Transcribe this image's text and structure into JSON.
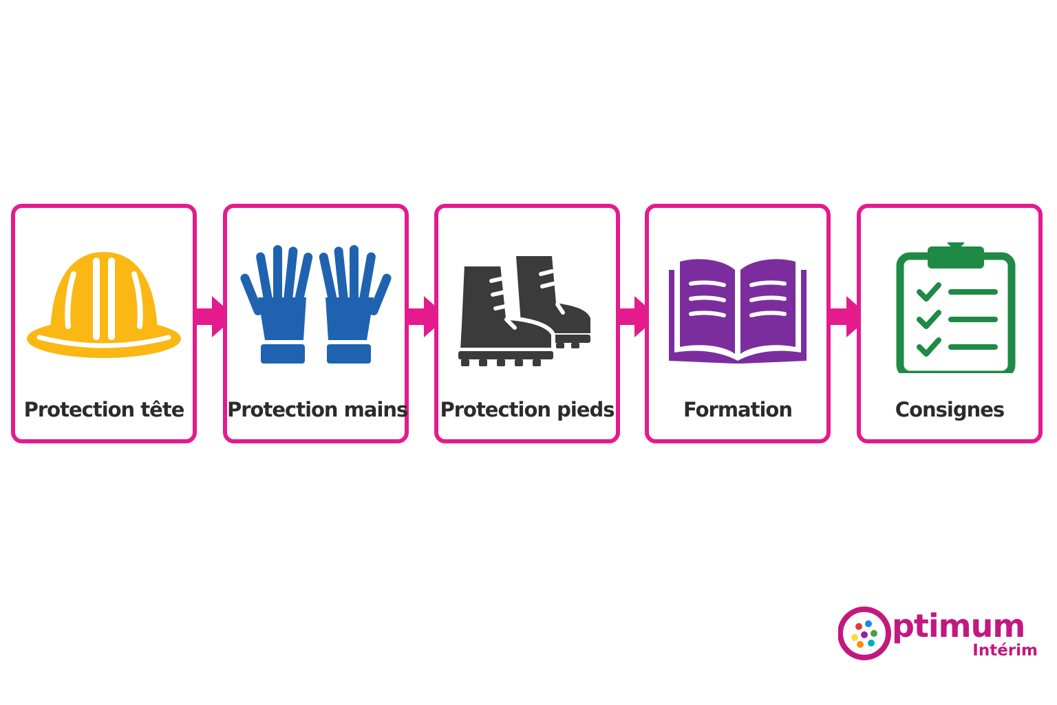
{
  "steps": [
    {
      "label": "Protection tête",
      "icon": "hard-hat-icon",
      "color": "#fbb713"
    },
    {
      "label": "Protection mains",
      "icon": "gloves-icon",
      "color": "#1f63b0"
    },
    {
      "label": "Protection pieds",
      "icon": "safety-boots-icon",
      "color": "#3b3b3b"
    },
    {
      "label": "Formation",
      "icon": "open-book-icon",
      "color": "#7b2d9e"
    },
    {
      "label": "Consignes",
      "icon": "clipboard-checklist-icon",
      "color": "#1e8a46"
    }
  ],
  "connector": {
    "icon": "arrow-right-icon",
    "color": "#e31b8c"
  },
  "frame_color": "#e31b8c",
  "logo": {
    "word_rest": "ptimum",
    "sub": "Intérim",
    "icon": "globe-people-icon",
    "color": "#c2187f"
  }
}
